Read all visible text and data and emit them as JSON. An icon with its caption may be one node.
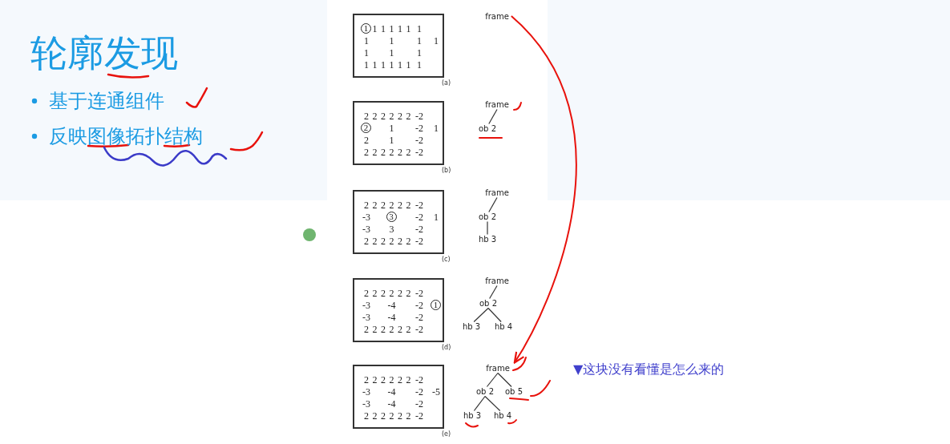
{
  "diagram": {
    "title": "轮廓发现",
    "nodes": [
      {
        "text": [
          "1 1 1 1 1 1 1",
          "1 1 1 1",
          "1 1 1",
          "1 1 1 1 1 1 1"
        ],
        "beside": [
          "(a)"
        ]
      },
      {
        "text": [
          "frame"
        ]
      },
      {
        "text": [
          "2 2 2 2 2 2 -2",
          "2 1 -2 1",
          "2 1 -2",
          "2 2 2 2 2 2 -2"
        ],
        "beside": [
          "(b)"
        ]
      },
      {
        "text": [
          "frame"
        ]
      },
      {
        "text": [
          "ob 2"
        ]
      },
      {
        "text": [
          "2 2 2 2 2 2 -2",
          "-3 3 -2 1",
          "-3 3 -2",
          "2 2 2 2 2 2 -2"
        ],
        "beside": [
          "(c)"
        ]
      },
      {
        "text": [
          "frame"
        ]
      },
      {
        "text": [
          "ob 2"
        ]
      },
      {
        "text": [
          "hb 3"
        ]
      },
      {
        "text": [
          "2 2 2 2 2 2 -2",
          "-3 -4 -2 1",
          "-3 -4 -2",
          "2 2 2 2 2 2 -2"
        ],
        "beside": [
          "(d)"
        ]
      },
      {
        "text": [
          "frame"
        ]
      },
      {
        "text": [
          "ob 2"
        ]
      },
      {
        "text": [
          "hb 3"
        ]
      },
      {
        "text": [
          "hb 4"
        ]
      },
      {
        "text": [
          "2 2 2 2 2 2 -2",
          "-3 -4 -2 -5",
          "-3 -4 -2",
          "2 2 2 2 2 2 -2"
        ],
        "beside": [
          "(e)"
        ]
      },
      {
        "text": [
          "frame"
        ]
      },
      {
        "text": [
          "ob 2"
        ]
      },
      {
        "text": [
          "ob 5"
        ]
      },
      {
        "text": [
          "hb 3"
        ]
      },
      {
        "text": [
          "hb 4"
        ]
      }
    ],
    "edges": [
      {
        "from": 3,
        "to": 4,
        "arrow": "none"
      },
      {
        "from": 6,
        "to": 7,
        "arrow": "none"
      },
      {
        "from": 7,
        "to": 8,
        "arrow": "none"
      },
      {
        "from": 10,
        "to": 11,
        "arrow": "none"
      },
      {
        "from": 11,
        "to": 12,
        "arrow": "none"
      },
      {
        "from": 11,
        "to": 13,
        "arrow": "none"
      },
      {
        "from": 15,
        "to": 16,
        "arrow": "none"
      },
      {
        "from": 15,
        "to": 17,
        "arrow": "none"
      },
      {
        "from": 16,
        "to": 18,
        "arrow": "none"
      },
      {
        "from": 16,
        "to": 19,
        "arrow": "none"
      },
      {
        "from": 1,
        "to": 15,
        "arrow": "to",
        "color": "#e8120c"
      }
    ],
    "labels": [
      "基于连通组件",
      "反映图像拓扑结构",
      "▼这块没有看懂是怎么来的"
    ]
  }
}
